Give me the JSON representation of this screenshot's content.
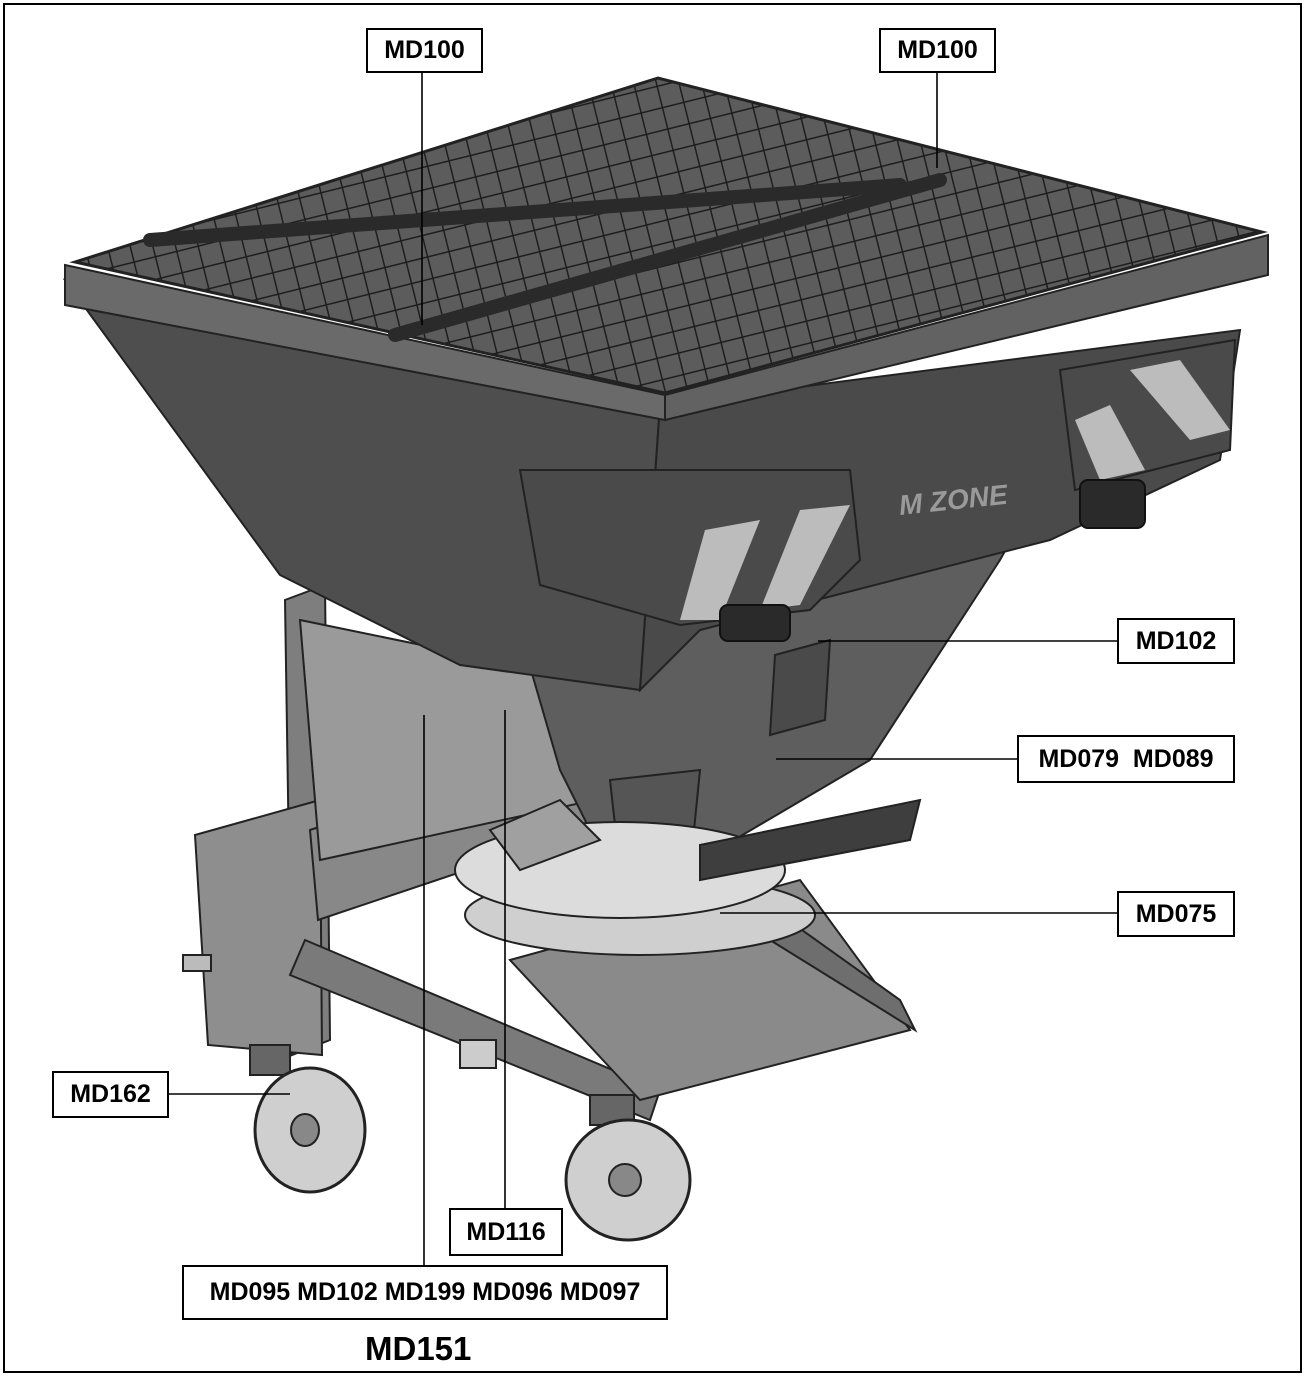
{
  "labels": {
    "md100_left": "MD100",
    "md100_right": "MD100",
    "md102": "MD102",
    "md079_md089": "MD079  MD089",
    "md075": "MD075",
    "md162": "MD162",
    "md116": "MD116",
    "md_group": "MD095 MD102 MD199 MD096 MD097"
  },
  "caption": "MD151",
  "brand_text": "M  ZONE",
  "colors": {
    "hopper_dark": "#505050",
    "hopper_mid": "#6a6a6a",
    "frame_gray": "#8a8a8a",
    "disc_light": "#d6d6d6",
    "line": "#000000"
  }
}
